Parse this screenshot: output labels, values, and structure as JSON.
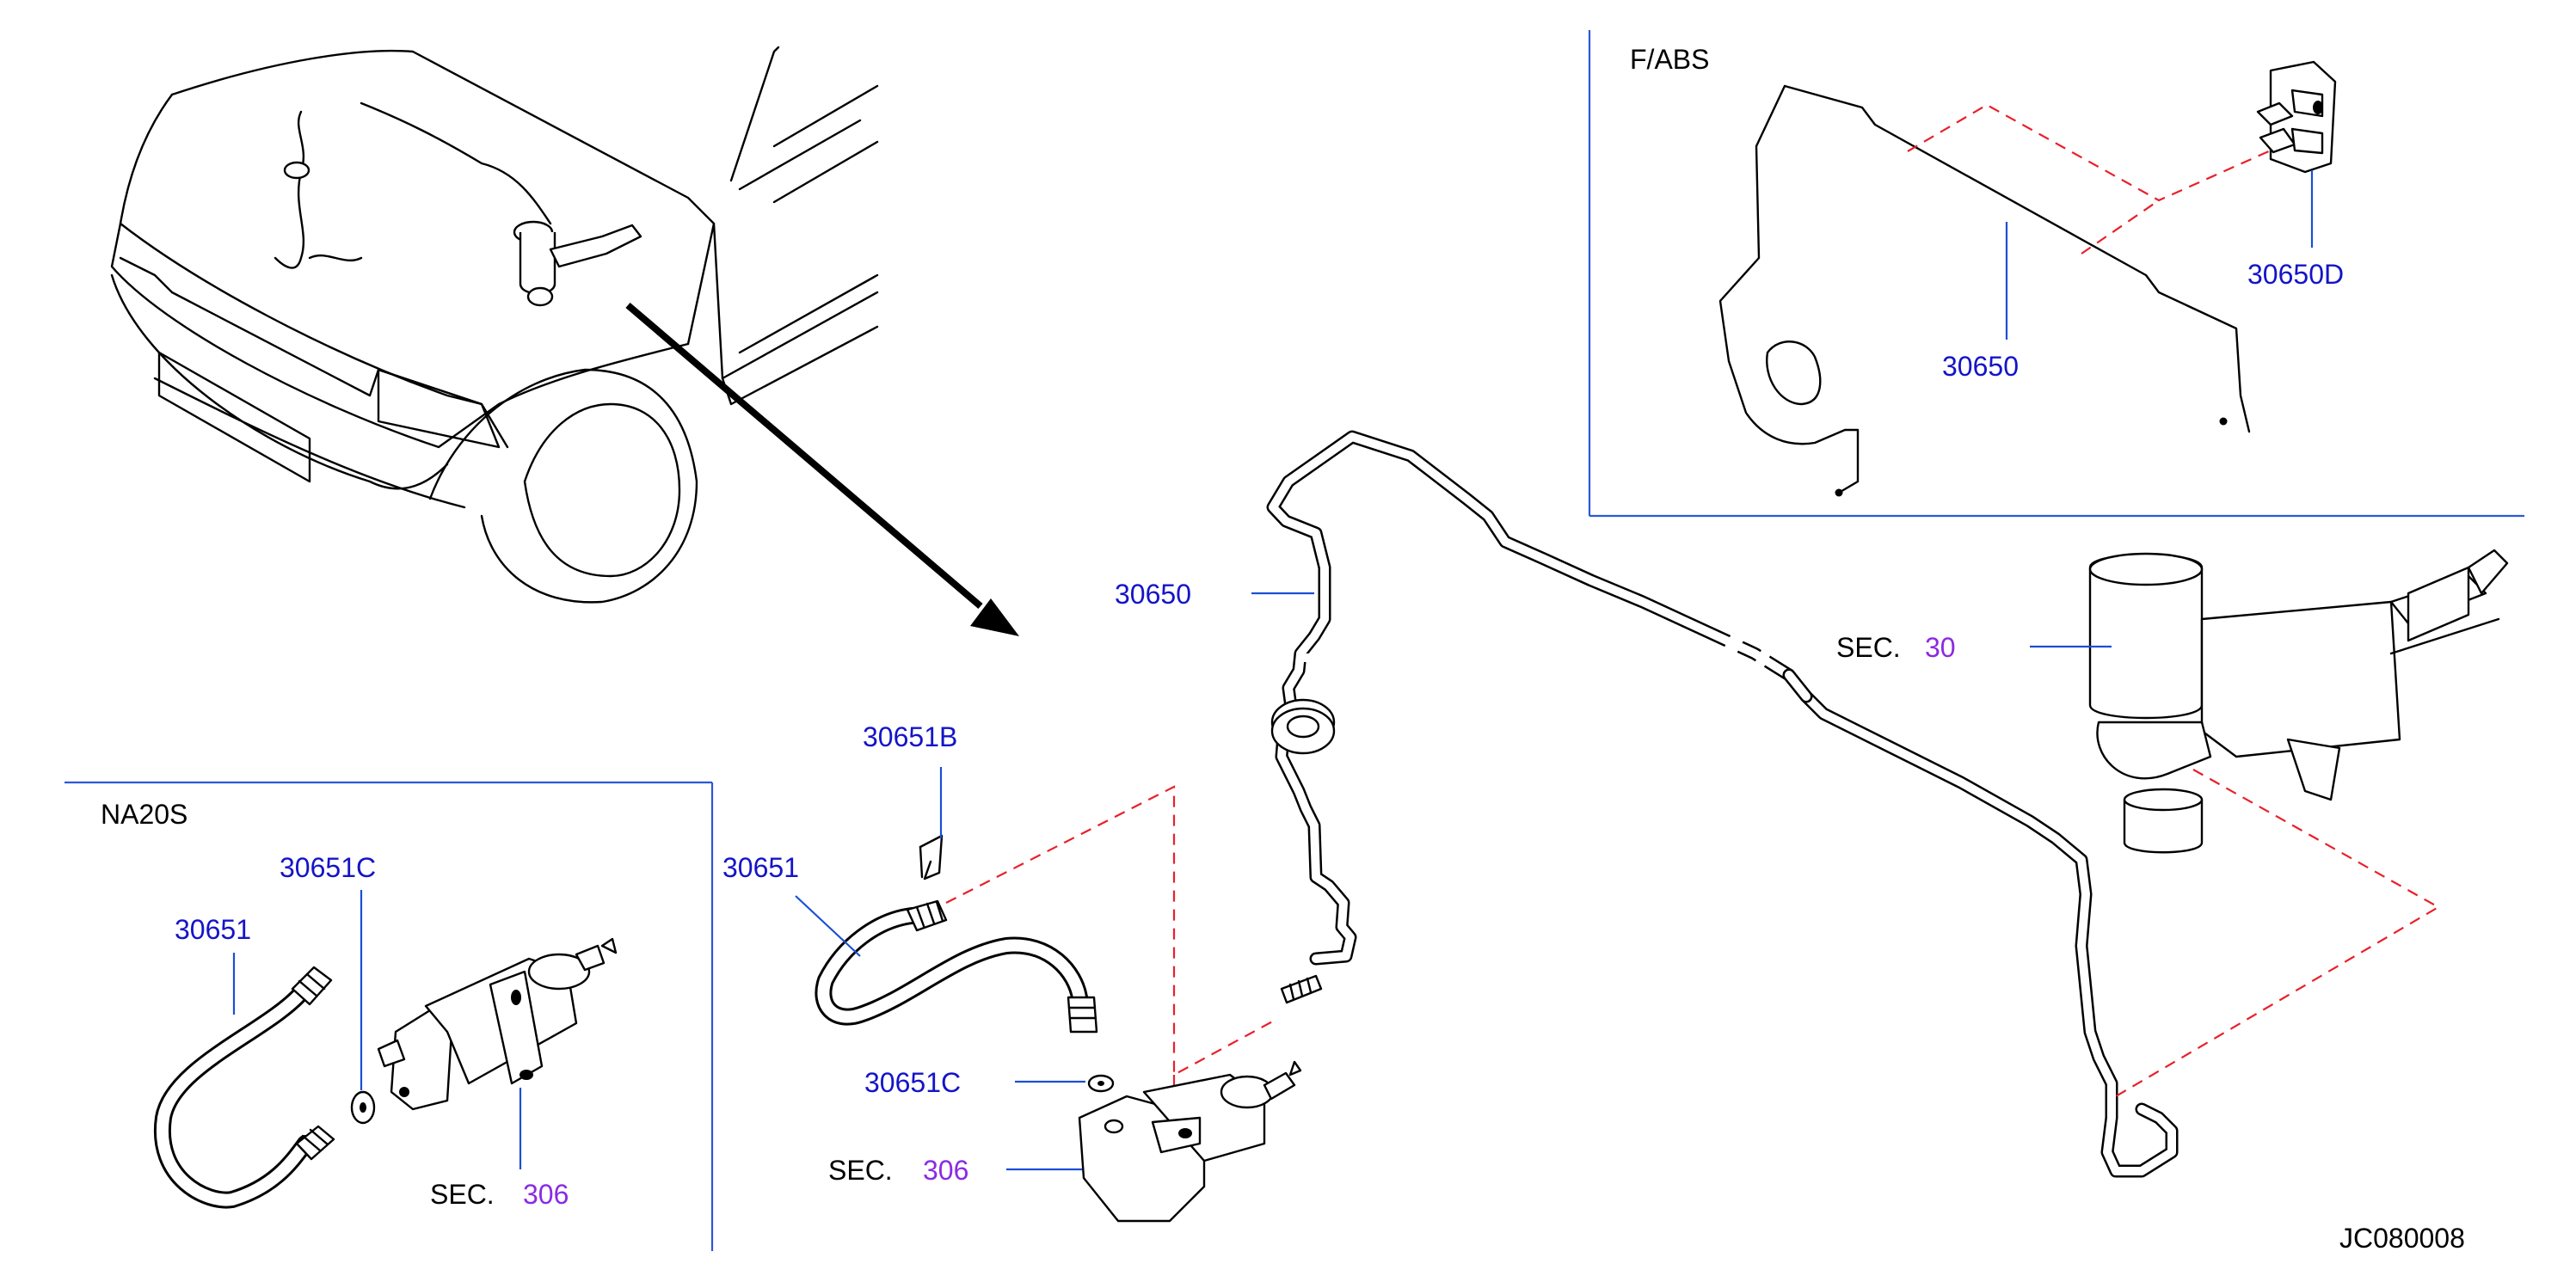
{
  "diagram": {
    "inset_fabs": {
      "title": "F/ABS",
      "callouts": {
        "bracket": "30650",
        "clip": "30650D"
      }
    },
    "main": {
      "tube": "30650",
      "clip": "30651B",
      "hose": "30651",
      "washer": "30651C",
      "sec_prefix": "SEC.",
      "slave_sec": "306",
      "master_sec_prefix": "SEC.",
      "master_sec": "30"
    },
    "inset_na20s": {
      "title": "NA20S",
      "hose": "30651",
      "washer": "30651C",
      "sec_prefix": "SEC.",
      "sec_number": "306"
    },
    "drawing_code": "JC080008",
    "colors": {
      "part_number": "#1414c8",
      "section_ref": "#8a2be2",
      "frame": "#2a58d8",
      "phantom": "#e8202a"
    }
  }
}
